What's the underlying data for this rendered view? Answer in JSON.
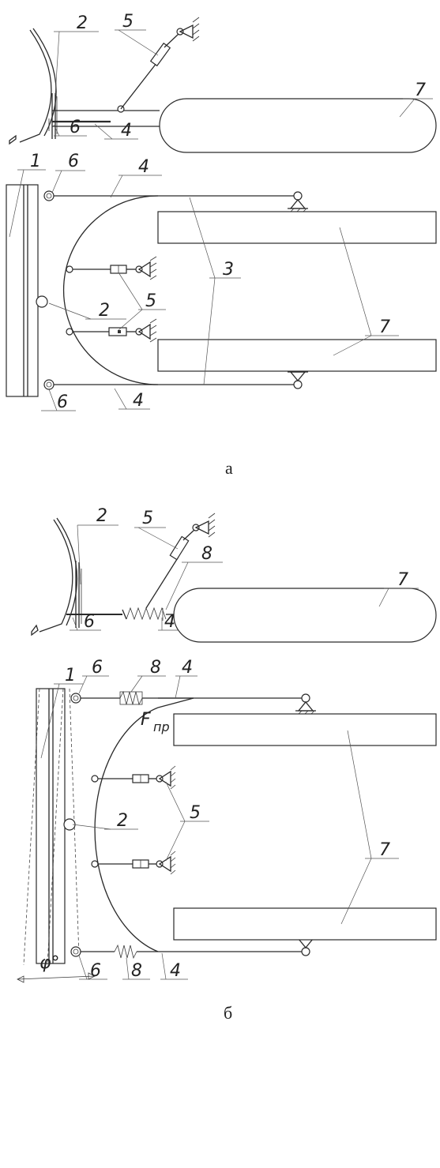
{
  "figure_a": {
    "caption": "а",
    "side_view_labels": {
      "l2": "2",
      "l5": "5",
      "l6": "6",
      "l4": "4",
      "l7": "7"
    },
    "top_view_labels": {
      "l1": "1",
      "l6a": "6",
      "l4a": "4",
      "l5": "5",
      "l2": "2",
      "l3": "3",
      "l7": "7",
      "l6b": "6",
      "l4b": "4"
    }
  },
  "figure_b": {
    "caption": "б",
    "side_view_labels": {
      "l2": "2",
      "l5": "5",
      "l8": "8",
      "l7": "7",
      "l6": "6",
      "l4": "4"
    },
    "top_view_labels": {
      "l1": "1",
      "l6a": "6",
      "l8a": "8",
      "l4a": "4",
      "force": "F",
      "force_sub": "пр",
      "l2": "2",
      "l5": "5",
      "l7": "7",
      "angle": "φ°",
      "l6b": "6",
      "l8b": "8",
      "l4b": "4"
    }
  }
}
